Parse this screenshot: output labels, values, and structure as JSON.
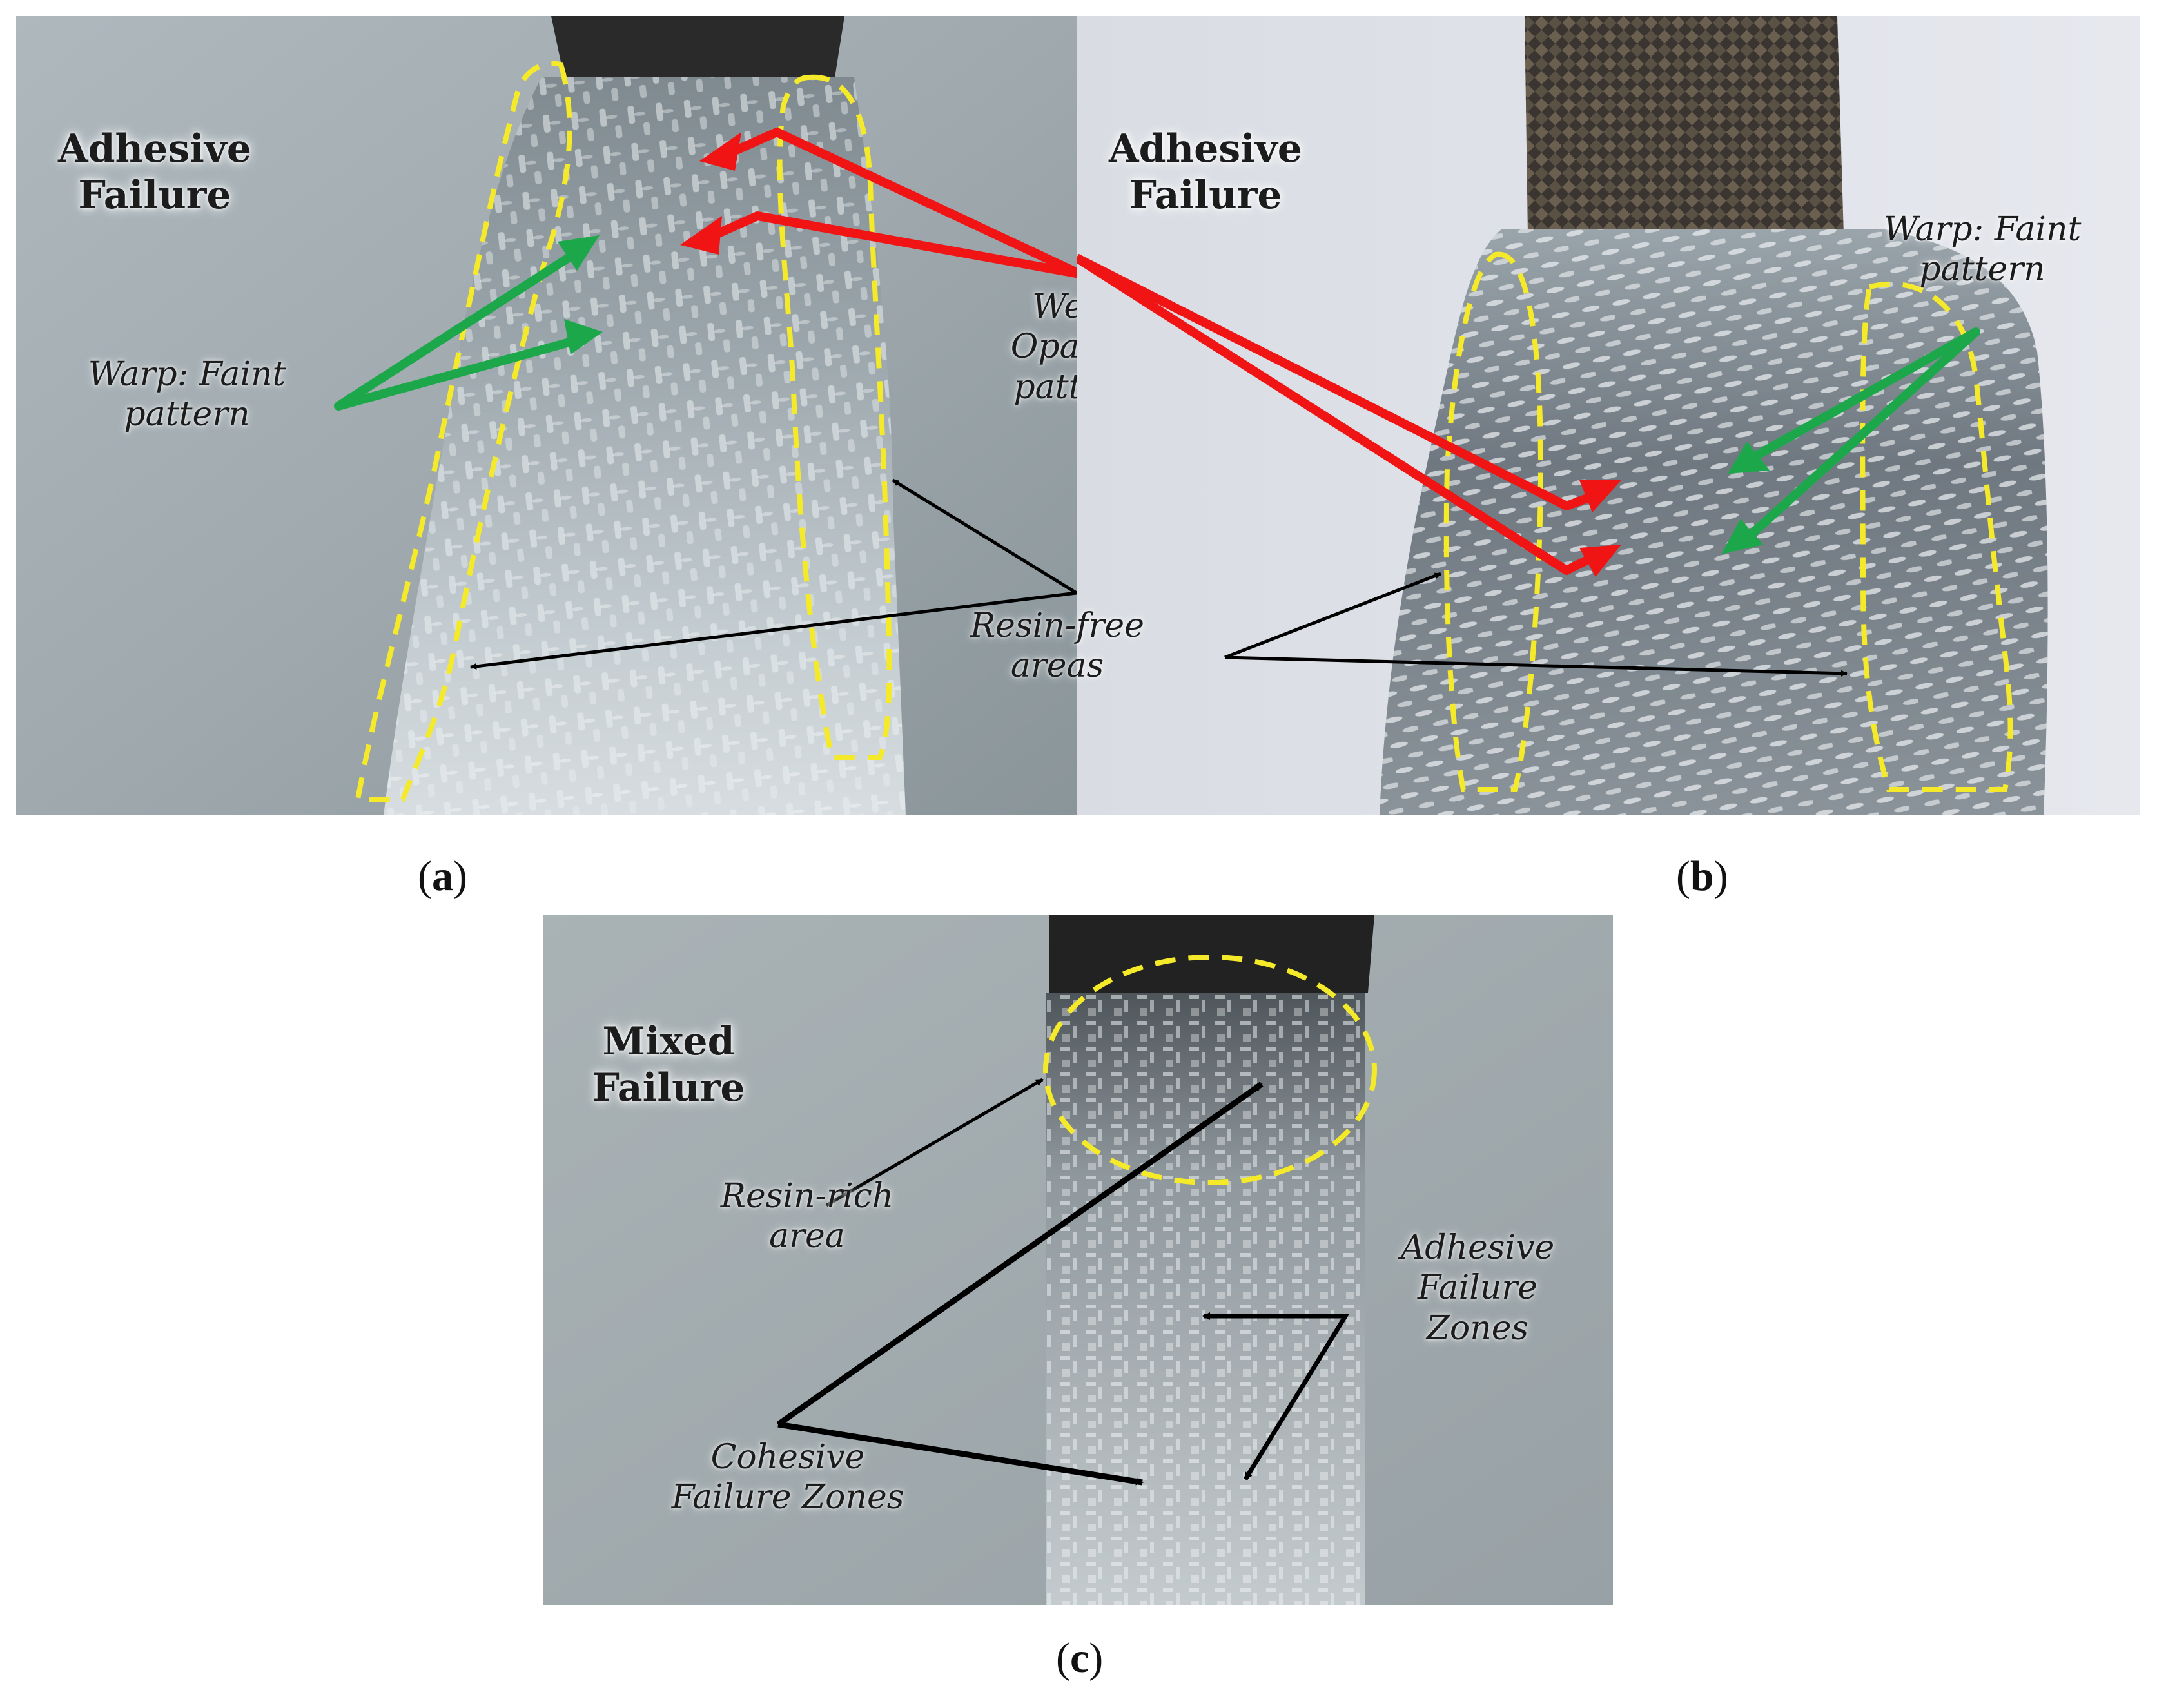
{
  "panel_a": {
    "title_line1": "Adhesive",
    "title_line2": "Failure",
    "warp_line1": "Warp: Faint",
    "warp_line2": "pattern",
    "weft_line1": "Weft:",
    "weft_line2": "Opaque",
    "weft_line3": "pattern",
    "resin_line1": "Resin-free",
    "resin_line2": "areas",
    "caption_open": "(",
    "caption_letter": "a",
    "caption_close": ")"
  },
  "panel_b": {
    "title_line1": "Adhesive",
    "title_line2": "Failure",
    "warp_line1": "Warp: Faint",
    "warp_line2": "pattern",
    "caption_open": "(",
    "caption_letter": "b",
    "caption_close": ")"
  },
  "panel_c": {
    "title_line1": "Mixed",
    "title_line2": "Failure",
    "resin_rich_line1": "Resin-rich",
    "resin_rich_line2": "area",
    "adhesive_line1": "Adhesive",
    "adhesive_line2": "Failure",
    "adhesive_line3": "Zones",
    "cohesive_line1": "Cohesive",
    "cohesive_line2": "Failure Zones",
    "caption_open": "(",
    "caption_letter": "c",
    "caption_close": ")"
  },
  "colors": {
    "outline": "#f5ea2a",
    "weft_arrow": "#f01414",
    "warp_arrow": "#1ca84a",
    "pointer": "#000000"
  }
}
